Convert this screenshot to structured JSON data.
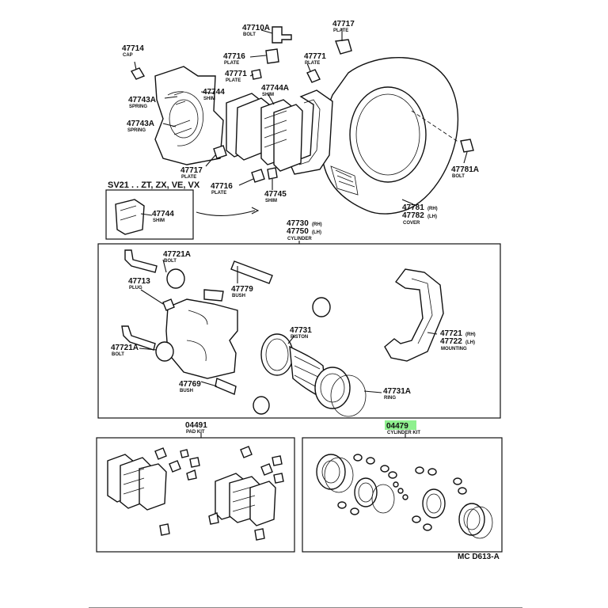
{
  "callouts": [
    {
      "id": "c-47710a",
      "num": "47710A",
      "name": "BOLT"
    },
    {
      "id": "c-47717-top",
      "num": "47717",
      "name": "PLATE"
    },
    {
      "id": "c-47714",
      "num": "47714",
      "name": "CAP"
    },
    {
      "id": "c-47716-top",
      "num": "47716",
      "name": "PLATE"
    },
    {
      "id": "c-47771-a",
      "num": "47771",
      "name": "PLATE"
    },
    {
      "id": "c-47771-b",
      "num": "47771",
      "name": "PLATE"
    },
    {
      "id": "c-47743a-1",
      "num": "47743A",
      "name": "SPRING"
    },
    {
      "id": "c-47744",
      "num": "47744",
      "name": "SHIM"
    },
    {
      "id": "c-47744a",
      "num": "47744A",
      "name": "SHIM"
    },
    {
      "id": "c-47743a-2",
      "num": "47743A",
      "name": "SPRING"
    },
    {
      "id": "c-47781a",
      "num": "47781A",
      "name": "BOLT"
    },
    {
      "id": "c-47717-bot",
      "num": "47717",
      "name": "PLATE"
    },
    {
      "id": "c-47716-bot",
      "num": "47716",
      "name": "PLATE"
    },
    {
      "id": "c-47745",
      "num": "47745",
      "name": "SHIM"
    },
    {
      "id": "c-47744-box",
      "num": "47744",
      "name": "SHIM"
    },
    {
      "id": "c-47721a-1",
      "num": "47721A",
      "name": "BOLT"
    },
    {
      "id": "c-47713",
      "num": "47713",
      "name": "PLUG"
    },
    {
      "id": "c-47779",
      "num": "47779",
      "name": "BUSH"
    },
    {
      "id": "c-47731",
      "num": "47731",
      "name": "PISTON"
    },
    {
      "id": "c-47721a-2",
      "num": "47721A",
      "name": "BOLT"
    },
    {
      "id": "c-47769",
      "num": "47769",
      "name": "BUSH"
    },
    {
      "id": "c-47731a",
      "num": "47731A",
      "name": "RING"
    },
    {
      "id": "c-04491",
      "num": "04491",
      "name": "PAD KIT"
    },
    {
      "id": "c-04479",
      "num": "04479",
      "name": "CYLINDER KIT"
    }
  ],
  "multi_callouts": [
    {
      "id": "m-47781",
      "nums": [
        "47781",
        "47782"
      ],
      "sides": [
        "(RH)",
        "(LH)"
      ],
      "name": "COVER"
    },
    {
      "id": "m-47730",
      "nums": [
        "47730",
        "47750"
      ],
      "sides": [
        "(RH)",
        "(LH)"
      ],
      "name": "CYLINDER"
    },
    {
      "id": "m-47721",
      "nums": [
        "47721",
        "47722"
      ],
      "sides": [
        "(RH)",
        "(LH)"
      ],
      "name": "MOUNTING"
    }
  ],
  "variant_label": "SV21 . . ZT, ZX, VE, VX",
  "figure_code": "MC D613-A",
  "highlight_color": "#8ef08e"
}
